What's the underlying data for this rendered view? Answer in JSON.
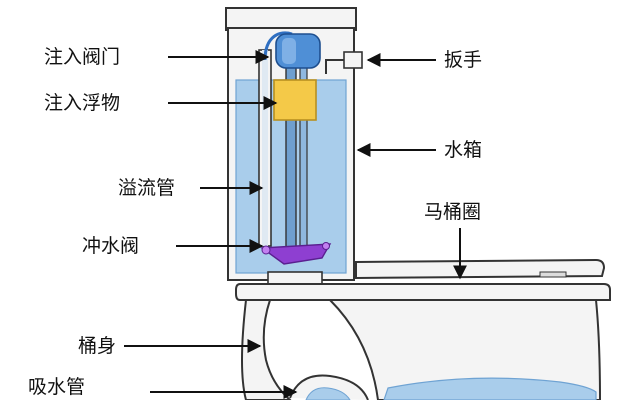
{
  "labels": {
    "fill_valve": "注入阀门",
    "fill_float": "注入浮物",
    "overflow_tube": "溢流管",
    "flush_valve": "冲水阀",
    "toilet_body": "桶身",
    "suction_pipe": "吸水管",
    "handle": "扳手",
    "tank": "水箱",
    "seat_ring": "马桶圈"
  },
  "colors": {
    "water": "#a9cdeb",
    "water_dark": "#7fb2de",
    "porcelain": "#f4f4f4",
    "outline": "#333333",
    "float": "#f4c948",
    "valve_head": "#4f8fd6",
    "flapper": "#8e3fd1",
    "arrow": "#111111"
  }
}
